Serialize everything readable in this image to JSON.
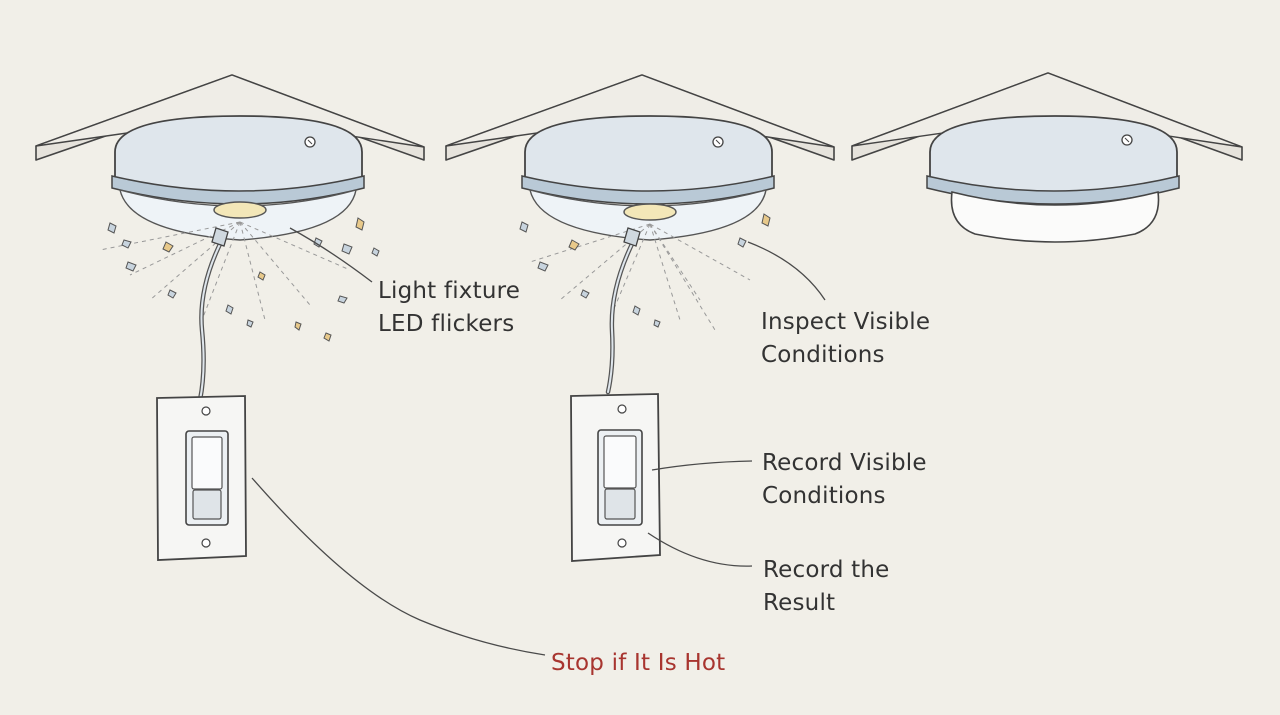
{
  "labels": {
    "fixture_line1": "Light fixture",
    "fixture_line2": "LED flickers",
    "inspect_line1": "Inspect Visible",
    "inspect_line2": "Conditions",
    "record_line1": "Record Visible",
    "record_line2": "Conditions",
    "result_line1": "Record the",
    "result_line2": "Result",
    "stop": "Stop if It Is Hot"
  },
  "colors": {
    "background": "#f1efe8",
    "ink": "#3c3c3c",
    "warning": "#a8352f",
    "fixture_rim": "#c8d4de",
    "spark": "#c9a35a"
  },
  "icons": [
    "ceiling-plate",
    "light-fixture",
    "spark",
    "wall-switch",
    "cord"
  ]
}
